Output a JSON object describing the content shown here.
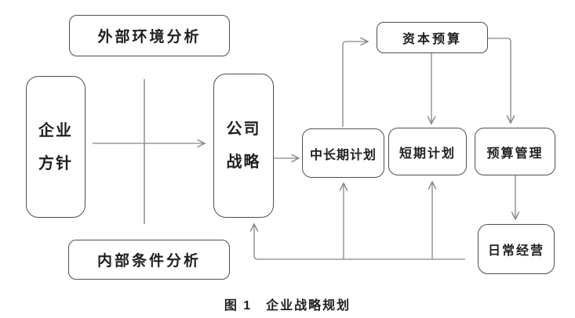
{
  "figure": {
    "caption": "图 1　企业战略规划"
  },
  "nodes": {
    "external_analysis": {
      "label": "外部环境分析"
    },
    "corporate_policy": {
      "label": "企业\n方针"
    },
    "internal_analysis": {
      "label": "内部条件分析"
    },
    "company_strategy": {
      "label": "公司\n战略"
    },
    "mid_long_term_plan": {
      "label": "中长期计划"
    },
    "short_term_plan": {
      "label": "短期计划"
    },
    "budget_management": {
      "label": "预算管理"
    },
    "capital_budget": {
      "label": "资本预算"
    },
    "daily_operations": {
      "label": "日常经营"
    }
  },
  "edges": [
    {
      "from": "corporate_policy",
      "to": "company_strategy",
      "type": "arrow"
    },
    {
      "from": "company_strategy",
      "to": "mid_long_term_plan",
      "type": "arrow"
    },
    {
      "from": "mid_long_term_plan",
      "to": "capital_budget",
      "type": "arrow"
    },
    {
      "from": "capital_budget",
      "to": "short_term_plan",
      "type": "arrow"
    },
    {
      "from": "capital_budget",
      "to": "budget_management",
      "type": "arrow"
    },
    {
      "from": "budget_management",
      "to": "daily_operations",
      "type": "arrow"
    },
    {
      "from": "feedback_line",
      "to": "company_strategy",
      "type": "arrow"
    },
    {
      "from": "feedback_line",
      "to": "mid_long_term_plan",
      "type": "arrow"
    },
    {
      "from": "feedback_line",
      "to": "short_term_plan",
      "type": "arrow"
    },
    {
      "from": "analysis_divider",
      "to": "",
      "type": "line"
    }
  ],
  "colors": {
    "background": "#ffffff",
    "box_border": "#4f4f4f",
    "line": "#868686",
    "text": "#1f1f1f"
  }
}
